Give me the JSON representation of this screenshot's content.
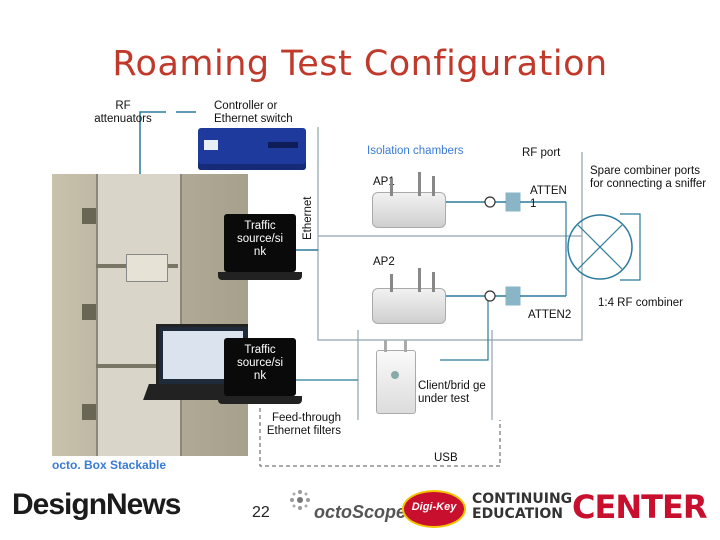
{
  "title": "Roaming Test Configuration",
  "labels": {
    "rf_attenuators": "RF attenuators",
    "controller": "Controller or Ethernet switch",
    "isolation_chambers": "Isolation chambers",
    "rf_port": "RF port",
    "spare_combiner": "Spare combiner ports for connecting a sniffer",
    "ap1": "AP1",
    "atten1": "ATTEN 1",
    "ethernet": "Ethernet",
    "traffic_top": "Traffic source/si nk",
    "ap2": "AP2",
    "atten2": "ATTEN2",
    "combiner": "1:4 RF combiner",
    "traffic_bottom": "Traffic source/si nk",
    "client": "Client/brid ge under test",
    "feedthrough": "Feed-through Ethernet filters",
    "usb": "USB",
    "octobox": "octo. Box Stackable"
  },
  "footer": {
    "design_news": "DesignNews",
    "page_number": "22",
    "octoscope": "octoScope",
    "digikey": "Digi-Key",
    "continuing": "CONTINUING",
    "education": "EDUCATION",
    "center": "CENTER"
  },
  "colors": {
    "title": "#c0392b",
    "connector": "#2b7a9b",
    "chamber": "#8fa3ad",
    "center_red": "#c8102e"
  }
}
